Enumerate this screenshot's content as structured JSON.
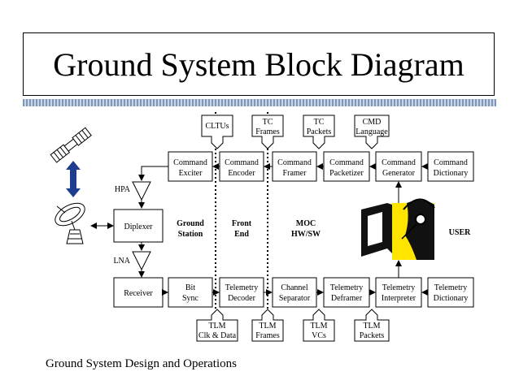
{
  "title": "Ground System Block Diagram",
  "footer": "Ground System Design and Operations",
  "labels": {
    "hpa": "HPA",
    "lna": "LNA",
    "user": "USER"
  },
  "regions": {
    "ground_station": [
      "Ground",
      "Station"
    ],
    "front_end": [
      "Front",
      "End"
    ],
    "moc": [
      "MOC",
      "HW/SW"
    ]
  },
  "command_chain": {
    "exciter": [
      "Command",
      "Exciter"
    ],
    "encoder": [
      "Command",
      "Encoder"
    ],
    "framer": [
      "Command",
      "Framer"
    ],
    "packetizer": [
      "Command",
      "Packetizer"
    ],
    "generator": [
      "Command",
      "Generator"
    ],
    "dictionary": [
      "Command",
      "Dictionary"
    ]
  },
  "telemetry_chain": {
    "receiver": [
      "Receiver"
    ],
    "bitsync": [
      "Bit",
      "Sync"
    ],
    "decoder": [
      "Telemetry",
      "Decoder"
    ],
    "separator": [
      "Channel",
      "Separator"
    ],
    "deframer": [
      "Telemetry",
      "Deframer"
    ],
    "interpreter": [
      "Telemetry",
      "Interpreter"
    ],
    "dictionary": [
      "Telemetry",
      "Dictionary"
    ]
  },
  "diplexer": [
    "Diplexer"
  ],
  "command_tags": {
    "cltus": [
      "CLTUs"
    ],
    "tc_frames": [
      "TC",
      "Frames"
    ],
    "tc_packets": [
      "TC",
      "Packets"
    ],
    "cmd_language": [
      "CMD",
      "Language"
    ]
  },
  "telemetry_tags": {
    "clk_data": [
      "TLM",
      "Clk & Data"
    ],
    "tlm_frames": [
      "TLM",
      "Frames"
    ],
    "tlm_vcs": [
      "TLM",
      "VCs"
    ],
    "tlm_packets": [
      "TLM",
      "Packets"
    ]
  }
}
